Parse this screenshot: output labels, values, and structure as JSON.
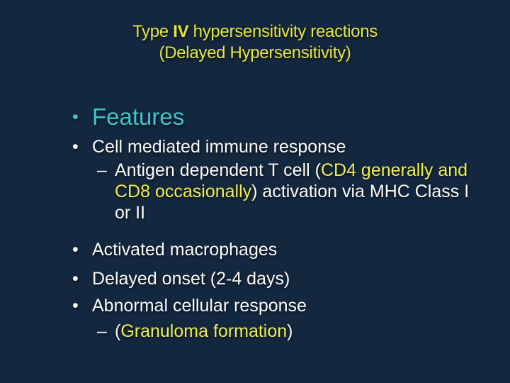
{
  "theme": {
    "bg": "#13273E",
    "title-yellow": "#E7E43C",
    "highlight-yellow": "#F1EE4E",
    "teal": "#3EC4CC",
    "text-white": "#FBFBFB"
  },
  "slide": {
    "title": {
      "line1_pre": "Type ",
      "line1_bold": "IV",
      "line1_post": " hypersensitivity reactions",
      "line2": "(Delayed Hypersensitivity)"
    },
    "markers": {
      "bullet": "•",
      "dash": "–"
    },
    "features_label": "Features",
    "bullets": [
      {
        "level": 1,
        "lines": [
          [
            {
              "t": "Cell mediated immune response",
              "c": "white"
            }
          ]
        ]
      },
      {
        "level": 2,
        "lines": [
          [
            {
              "t": "Antigen dependent T cell (",
              "c": "white"
            },
            {
              "t": "CD4 generally and",
              "c": "yellow"
            }
          ],
          [
            {
              "t": "CD8 occasionally",
              "c": "yellow"
            },
            {
              "t": ") activation via MHC Class I",
              "c": "white"
            }
          ],
          [
            {
              "t": "or II",
              "c": "white"
            }
          ]
        ]
      },
      {
        "level": 1,
        "lines": [
          [
            {
              "t": "Activated macrophages",
              "c": "white"
            }
          ]
        ]
      },
      {
        "level": 1,
        "lines": [
          [
            {
              "t": "Delayed onset (2-4 days)",
              "c": "white"
            }
          ]
        ]
      },
      {
        "level": 1,
        "lines": [
          [
            {
              "t": "Abnormal cellular response",
              "c": "white"
            }
          ]
        ]
      },
      {
        "level": 2,
        "lines": [
          [
            {
              "t": "(",
              "c": "white"
            },
            {
              "t": "Granuloma formation",
              "c": "yellow"
            },
            {
              "t": ")",
              "c": "white"
            }
          ]
        ]
      }
    ]
  }
}
